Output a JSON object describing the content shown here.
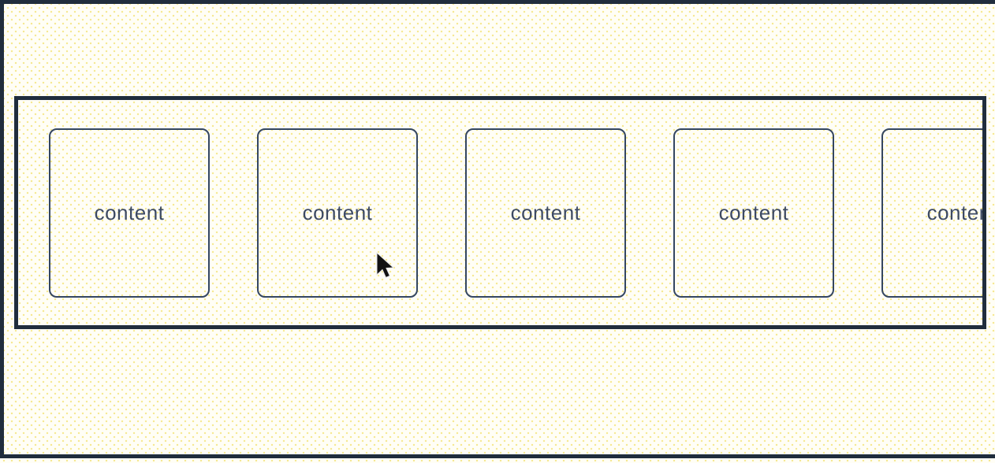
{
  "page": {
    "background_color": "#fffef6",
    "dot_color": "#f6e88f",
    "frame_border_color": "#202d3d",
    "card_border_color": "#344661",
    "text_color": "#3d4a63"
  },
  "scroller": {
    "visible_card_count": 5,
    "fifth_card_clipped": true
  },
  "cards": [
    {
      "label": "content"
    },
    {
      "label": "content"
    },
    {
      "label": "content"
    },
    {
      "label": "content"
    },
    {
      "label": "content"
    }
  ],
  "cursor": {
    "icon": "arrow-pointer"
  }
}
